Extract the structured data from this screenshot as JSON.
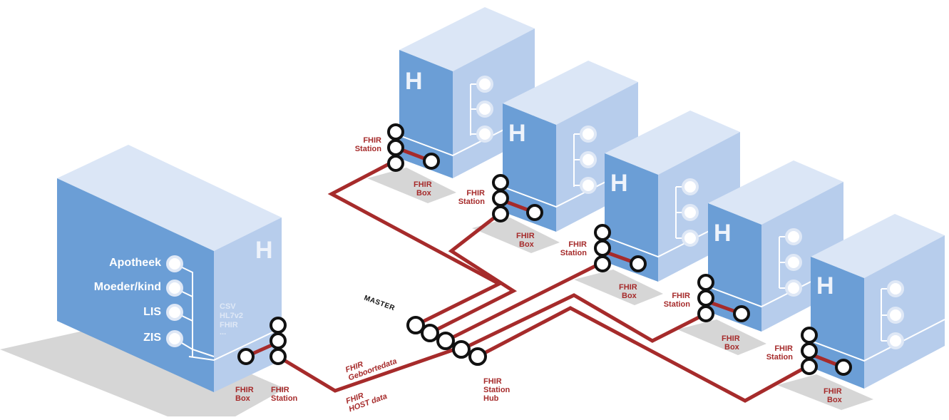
{
  "main_building": {
    "systems": [
      "Apotheek",
      "Moeder/kind",
      "LIS",
      "ZIS"
    ],
    "formats": [
      "CSV",
      "HL7v2",
      "FHIR",
      "..."
    ],
    "box_label": [
      "FHIR",
      "Box"
    ],
    "station_label": [
      "FHIR",
      "Station"
    ],
    "hospital_letter": "H"
  },
  "hub": {
    "master_label": "MASTER",
    "hub_label": [
      "FHIR",
      "Station",
      "Hub"
    ]
  },
  "data_flows": {
    "geboortedata": [
      "FHIR",
      "Geboortedata"
    ],
    "host_data": [
      "FHIR",
      "HOST data"
    ]
  },
  "remote_buildings": [
    {
      "letter": "H",
      "station_label": [
        "FHIR",
        "Station"
      ],
      "box_label": [
        "FHIR",
        "Box"
      ]
    },
    {
      "letter": "H",
      "station_label": [
        "FHIR",
        "Station"
      ],
      "box_label": [
        "FHIR",
        "Box"
      ]
    },
    {
      "letter": "H",
      "station_label": [
        "FHIR",
        "Station"
      ],
      "box_label": [
        "FHIR",
        "Box"
      ]
    },
    {
      "letter": "H",
      "station_label": [
        "FHIR",
        "Station"
      ],
      "box_label": [
        "FHIR",
        "Box"
      ]
    },
    {
      "letter": "H",
      "station_label": [
        "FHIR",
        "Station"
      ],
      "box_label": [
        "FHIR",
        "Box"
      ]
    }
  ],
  "colors": {
    "front": "#6b9ed6",
    "side": "#b7cdec",
    "top": "#dbe6f6",
    "shadow": "#d6d6d6",
    "link": "#a62b2b",
    "node_stroke": "#111111"
  }
}
